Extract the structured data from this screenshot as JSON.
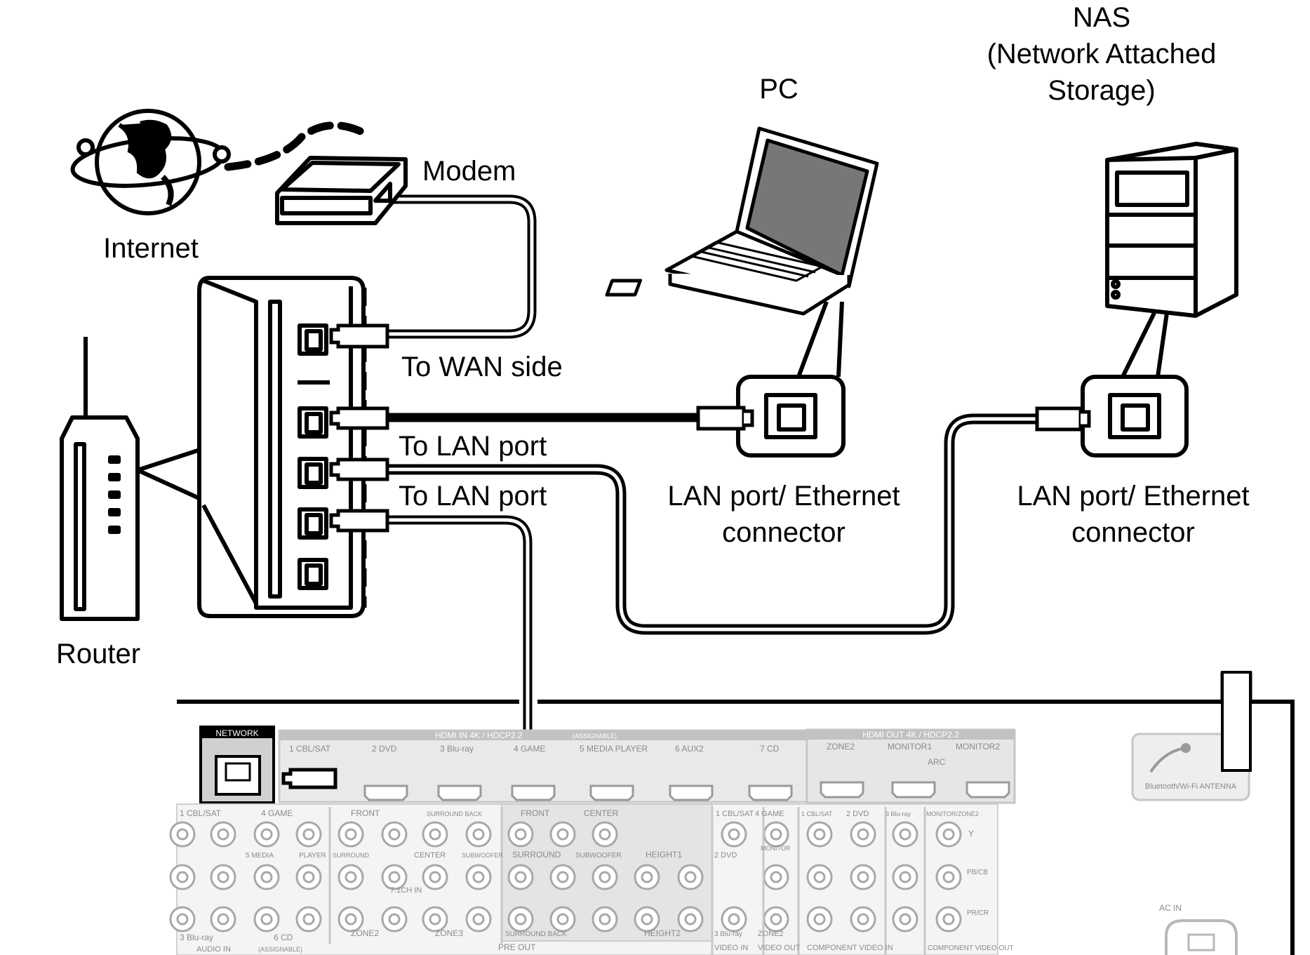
{
  "labels": {
    "nas_line1": "NAS",
    "nas_line2": "(Network Attached",
    "nas_line3": "Storage)",
    "pc": "PC",
    "modem": "Modem",
    "internet": "Internet",
    "router": "Router",
    "to_wan": "To WAN side",
    "to_lan_1": "To LAN port",
    "to_lan_2": "To LAN port",
    "pc_port_line1": "LAN port/ Ethernet",
    "pc_port_line2": "connector",
    "nas_port_line1": "LAN port/ Ethernet",
    "nas_port_line2": "connector"
  },
  "panel": {
    "network": "NETWORK",
    "hdmi_in": "HDMI IN  4K / HDCP2.2",
    "hdmi_in_assignable": "(ASSIGNABLE)",
    "hdmi_inputs": [
      "1 CBL/SAT",
      "2 DVD",
      "3 Blu-ray",
      "4 GAME",
      "5 MEDIA PLAYER",
      "6 AUX2",
      "7 CD"
    ],
    "hdmi_out": "HDMI OUT  4K / HDCP2.2",
    "hdmi_outputs": [
      "ZONE2",
      "MONITOR1",
      "MONITOR2"
    ],
    "arc": "ARC",
    "antenna": "Bluetooth/Wi-Fi ANTENNA",
    "ac_in": "AC IN",
    "audio_in": "AUDIO IN",
    "audio_in_assignable": "(ASSIGNABLE)",
    "audio_row1": [
      "1 CBL/SAT",
      "4 GAME"
    ],
    "audio_row2": [
      "5 MEDIA",
      "PLAYER"
    ],
    "audio_row3": [
      "3 Blu-ray",
      "6 CD"
    ],
    "pre_row1": [
      "FRONT",
      "SURROUND BACK",
      "FRONT",
      "CENTER"
    ],
    "pre_row2": [
      "SURROUND",
      "CENTER",
      "SUBWOOFER",
      "SURROUND",
      "SUBWOOFER",
      "HEIGHT1"
    ],
    "ch71_in": "7.1CH IN",
    "pre_row3": [
      "ZONE2",
      "ZONE3",
      "SURROUND BACK",
      "HEIGHT2"
    ],
    "pre_out": "PRE OUT",
    "video_in_labels": [
      "1 CBL/SAT",
      "4 GAME",
      "2 DVD",
      "3 Blu-ray"
    ],
    "monitor": "MONITOR",
    "zone2": "ZONE2",
    "video_in": "VIDEO IN",
    "video_out": "VIDEO OUT",
    "comp_labels": [
      "1 CBL/SAT",
      "2 DVD",
      "3 Blu-ray"
    ],
    "component_video_in": "COMPONENT VIDEO IN",
    "monitor_zone2": "MONITOR/ZONE2",
    "component_out": [
      "Y",
      "PB/CB",
      "PR/CR"
    ],
    "component_video_out": "COMPONENT VIDEO OUT"
  }
}
